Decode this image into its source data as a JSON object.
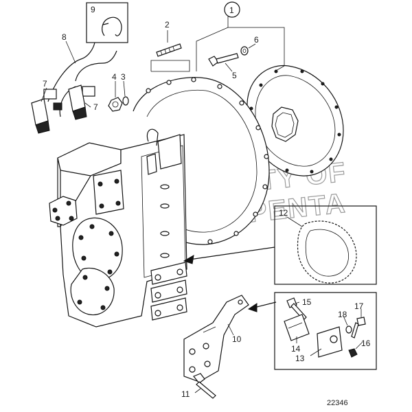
{
  "diagram": {
    "reference_number": "22346",
    "watermark": [
      "PROPERTY OF",
      "VOLVO PENTA"
    ],
    "callouts": {
      "c1": "1",
      "c2": "2",
      "c3": "3",
      "c4": "4",
      "c5": "5",
      "c6": "6",
      "c7a": "7",
      "c7b": "7",
      "c8": "8",
      "c9": "9",
      "c10": "10",
      "c11": "11",
      "c12": "12",
      "c13": "13",
      "c14": "14",
      "c15": "15",
      "c16": "16",
      "c17": "17",
      "c18": "18"
    }
  }
}
